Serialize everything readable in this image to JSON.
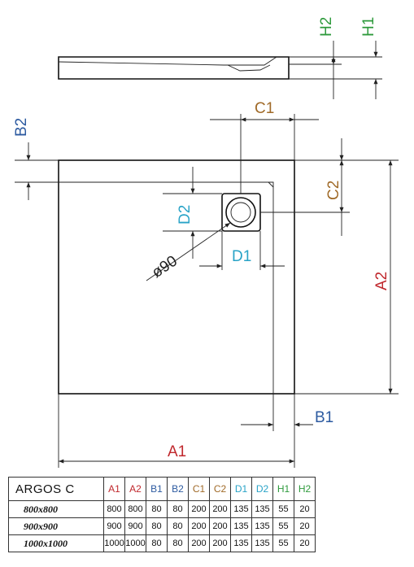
{
  "labels": {
    "H2": "H2",
    "H1": "H1",
    "B2": "B2",
    "C1": "C1",
    "C2": "C2",
    "D2": "D2",
    "D1": "D1",
    "A2": "A2",
    "A1": "A1",
    "B1": "B1",
    "diameter": "ø90"
  },
  "colors": {
    "A": "#c0282d",
    "B": "#2c5aa0",
    "C": "#a06a28",
    "D": "#29a3c7",
    "H": "#2e9a3c"
  },
  "table": {
    "model": "ARGOS C",
    "columns": [
      {
        "label": "A1",
        "color": "#c0282d"
      },
      {
        "label": "A2",
        "color": "#c0282d"
      },
      {
        "label": "B1",
        "color": "#2c5aa0"
      },
      {
        "label": "B2",
        "color": "#2c5aa0"
      },
      {
        "label": "C1",
        "color": "#a06a28"
      },
      {
        "label": "C2",
        "color": "#a06a28"
      },
      {
        "label": "D1",
        "color": "#29a3c7"
      },
      {
        "label": "D2",
        "color": "#29a3c7"
      },
      {
        "label": "H1",
        "color": "#2e9a3c"
      },
      {
        "label": "H2",
        "color": "#2e9a3c"
      }
    ],
    "rows": [
      {
        "size": "800x800",
        "values": [
          "800",
          "800",
          "80",
          "80",
          "200",
          "200",
          "135",
          "135",
          "55",
          "20"
        ]
      },
      {
        "size": "900x900",
        "values": [
          "900",
          "900",
          "80",
          "80",
          "200",
          "200",
          "135",
          "135",
          "55",
          "20"
        ]
      },
      {
        "size": "1000x1000",
        "values": [
          "1000",
          "1000",
          "80",
          "80",
          "200",
          "200",
          "135",
          "135",
          "55",
          "20"
        ]
      }
    ]
  }
}
